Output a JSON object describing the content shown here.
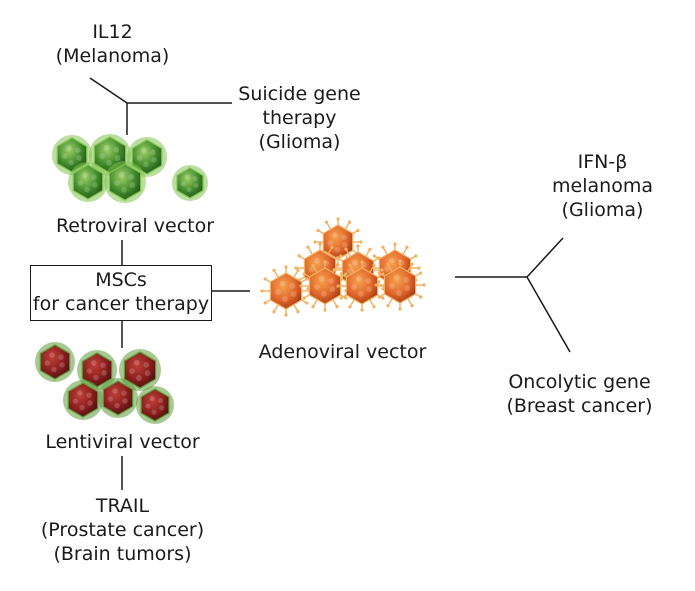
{
  "labels": {
    "il12": [
      "IL12",
      "(Melanoma)"
    ],
    "suicide": [
      "Suicide gene",
      "therapy",
      "(Glioma)"
    ],
    "retroviral": [
      "Retroviral vector"
    ],
    "mscs": [
      "MSCs",
      "for cancer therapy"
    ],
    "lentiviral": [
      "Lentiviral vector"
    ],
    "trail": [
      "TRAIL",
      "(Prostate cancer)",
      "(Brain tumors)"
    ],
    "adenoviral": [
      "Adenoviral vector"
    ],
    "ifn": [
      "IFN-β",
      "melanoma",
      "(Glioma)"
    ],
    "oncolytic": [
      "Oncolytic gene",
      "(Breast cancer)"
    ]
  },
  "colors": {
    "retro_fill": "#3f8a2a",
    "retro_edge": "#7fc24f",
    "lenti_fill": "#8a1f1c",
    "lenti_edge": "#5f9a3a",
    "adeno_fill": "#e0662a",
    "adeno_edge": "#f2b060",
    "line": "#1a1a1a"
  }
}
